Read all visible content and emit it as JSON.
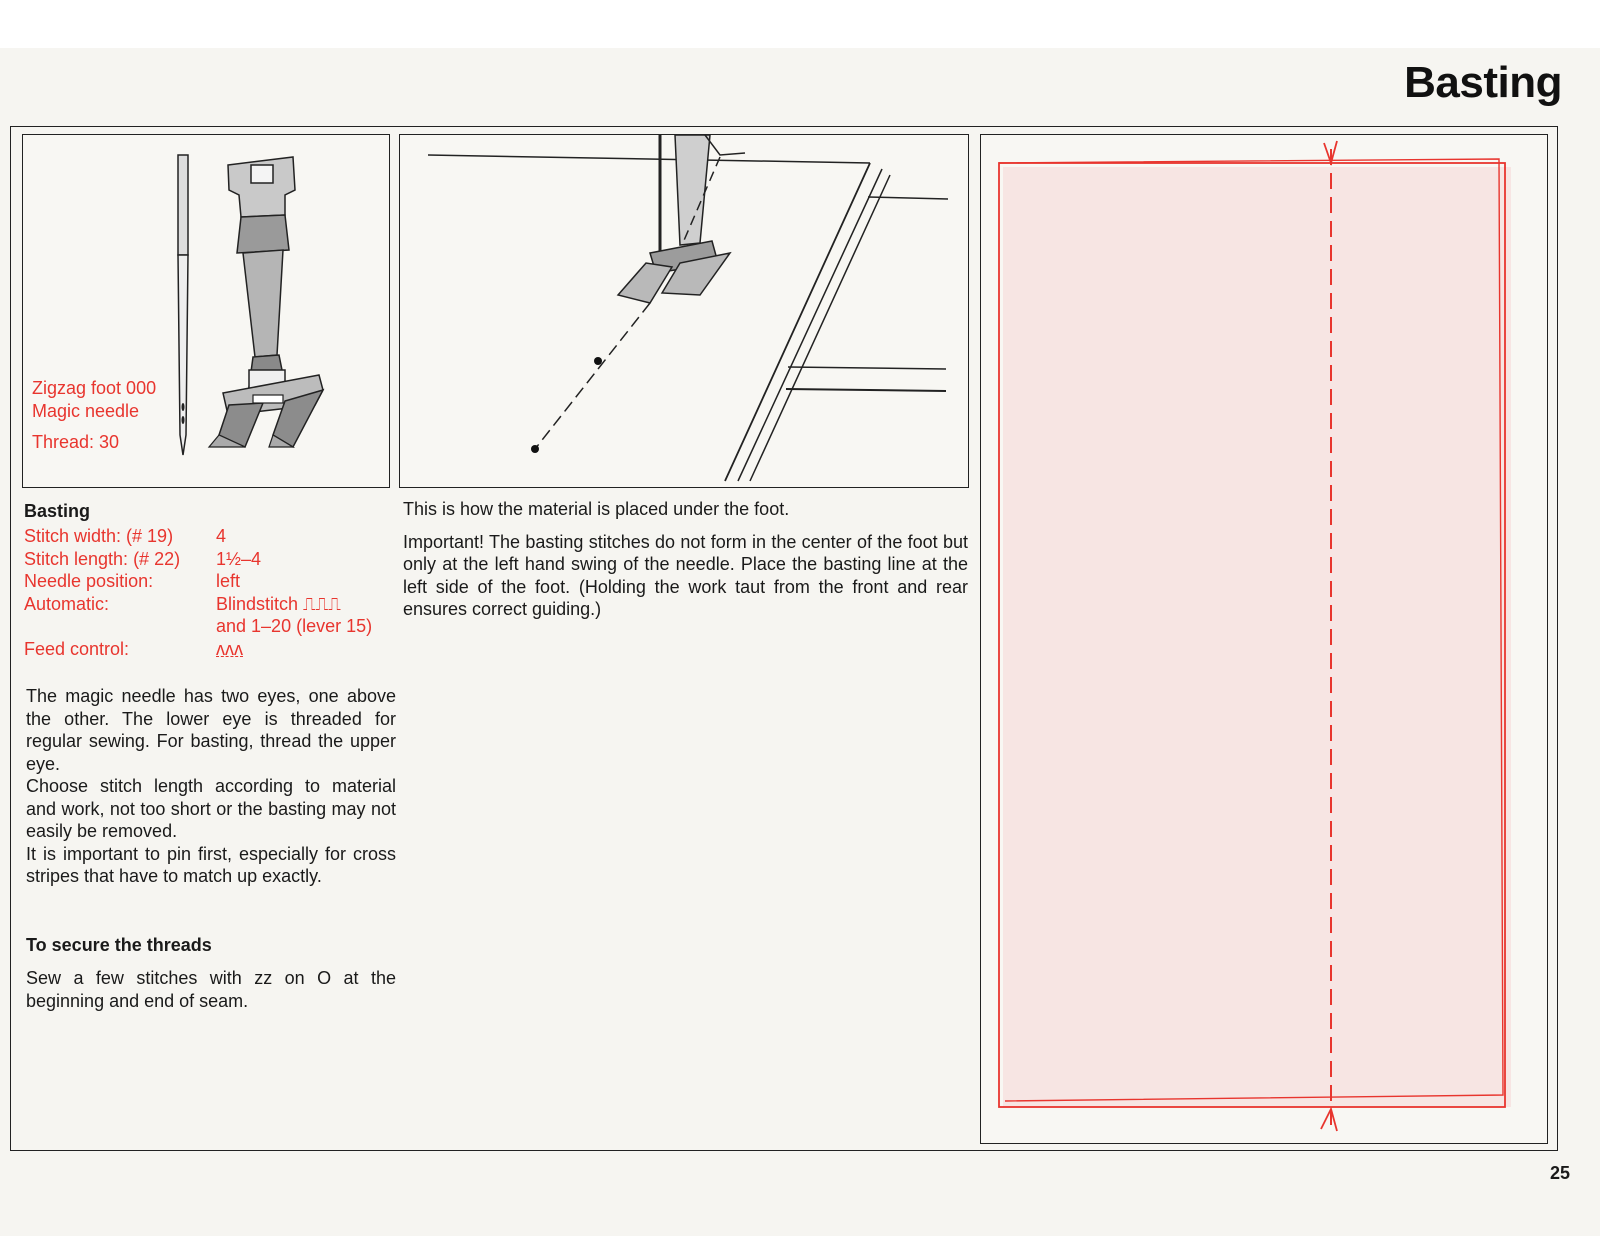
{
  "page": {
    "title": "Basting",
    "page_number": "25"
  },
  "foot_panel": {
    "foot_label": "Zigzag foot 000",
    "needle_label": "Magic needle",
    "thread_label": "Thread: 30"
  },
  "settings": {
    "heading": "Basting",
    "rows": [
      {
        "key": "Stitch width: (# 19)",
        "value": "4"
      },
      {
        "key": "Stitch length: (# 22)",
        "value": "1½–4"
      },
      {
        "key": "Needle position:",
        "value": "left"
      },
      {
        "key": "Automatic:",
        "value": "Blindstitch ⎍⎍⎍"
      },
      {
        "key": "",
        "value": "and 1–20 (lever 15)"
      },
      {
        "key": "Feed control:",
        "value": "ᴧᴧᴧ"
      }
    ]
  },
  "left_text": {
    "paragraph_1": "The magic needle has two eyes, one above the other. The lower eye is threaded for regular sewing. For basting, thread the upper eye.",
    "paragraph_2": "Choose stitch length according to material and work, not too short or the basting may not easily be removed.",
    "paragraph_3": "It is important to pin first, especially for cross stripes that have to match up exactly.",
    "secure_heading": "To secure the threads",
    "secure_text": "Sew a few stitches with zz on O at the beginning and end of seam."
  },
  "middle_text": {
    "caption": "This is how the material is placed under the foot.",
    "important": "Important! The basting stitches do not form in the center of the foot but only at the left hand swing of the needle. Place the basting line at the left side of the foot. (Holding the work taut from the front and rear ensures correct guiding.)"
  },
  "colors": {
    "accent_red": "#e8352e",
    "ink": "#1a1a1a",
    "paper": "#f6f5f1"
  }
}
